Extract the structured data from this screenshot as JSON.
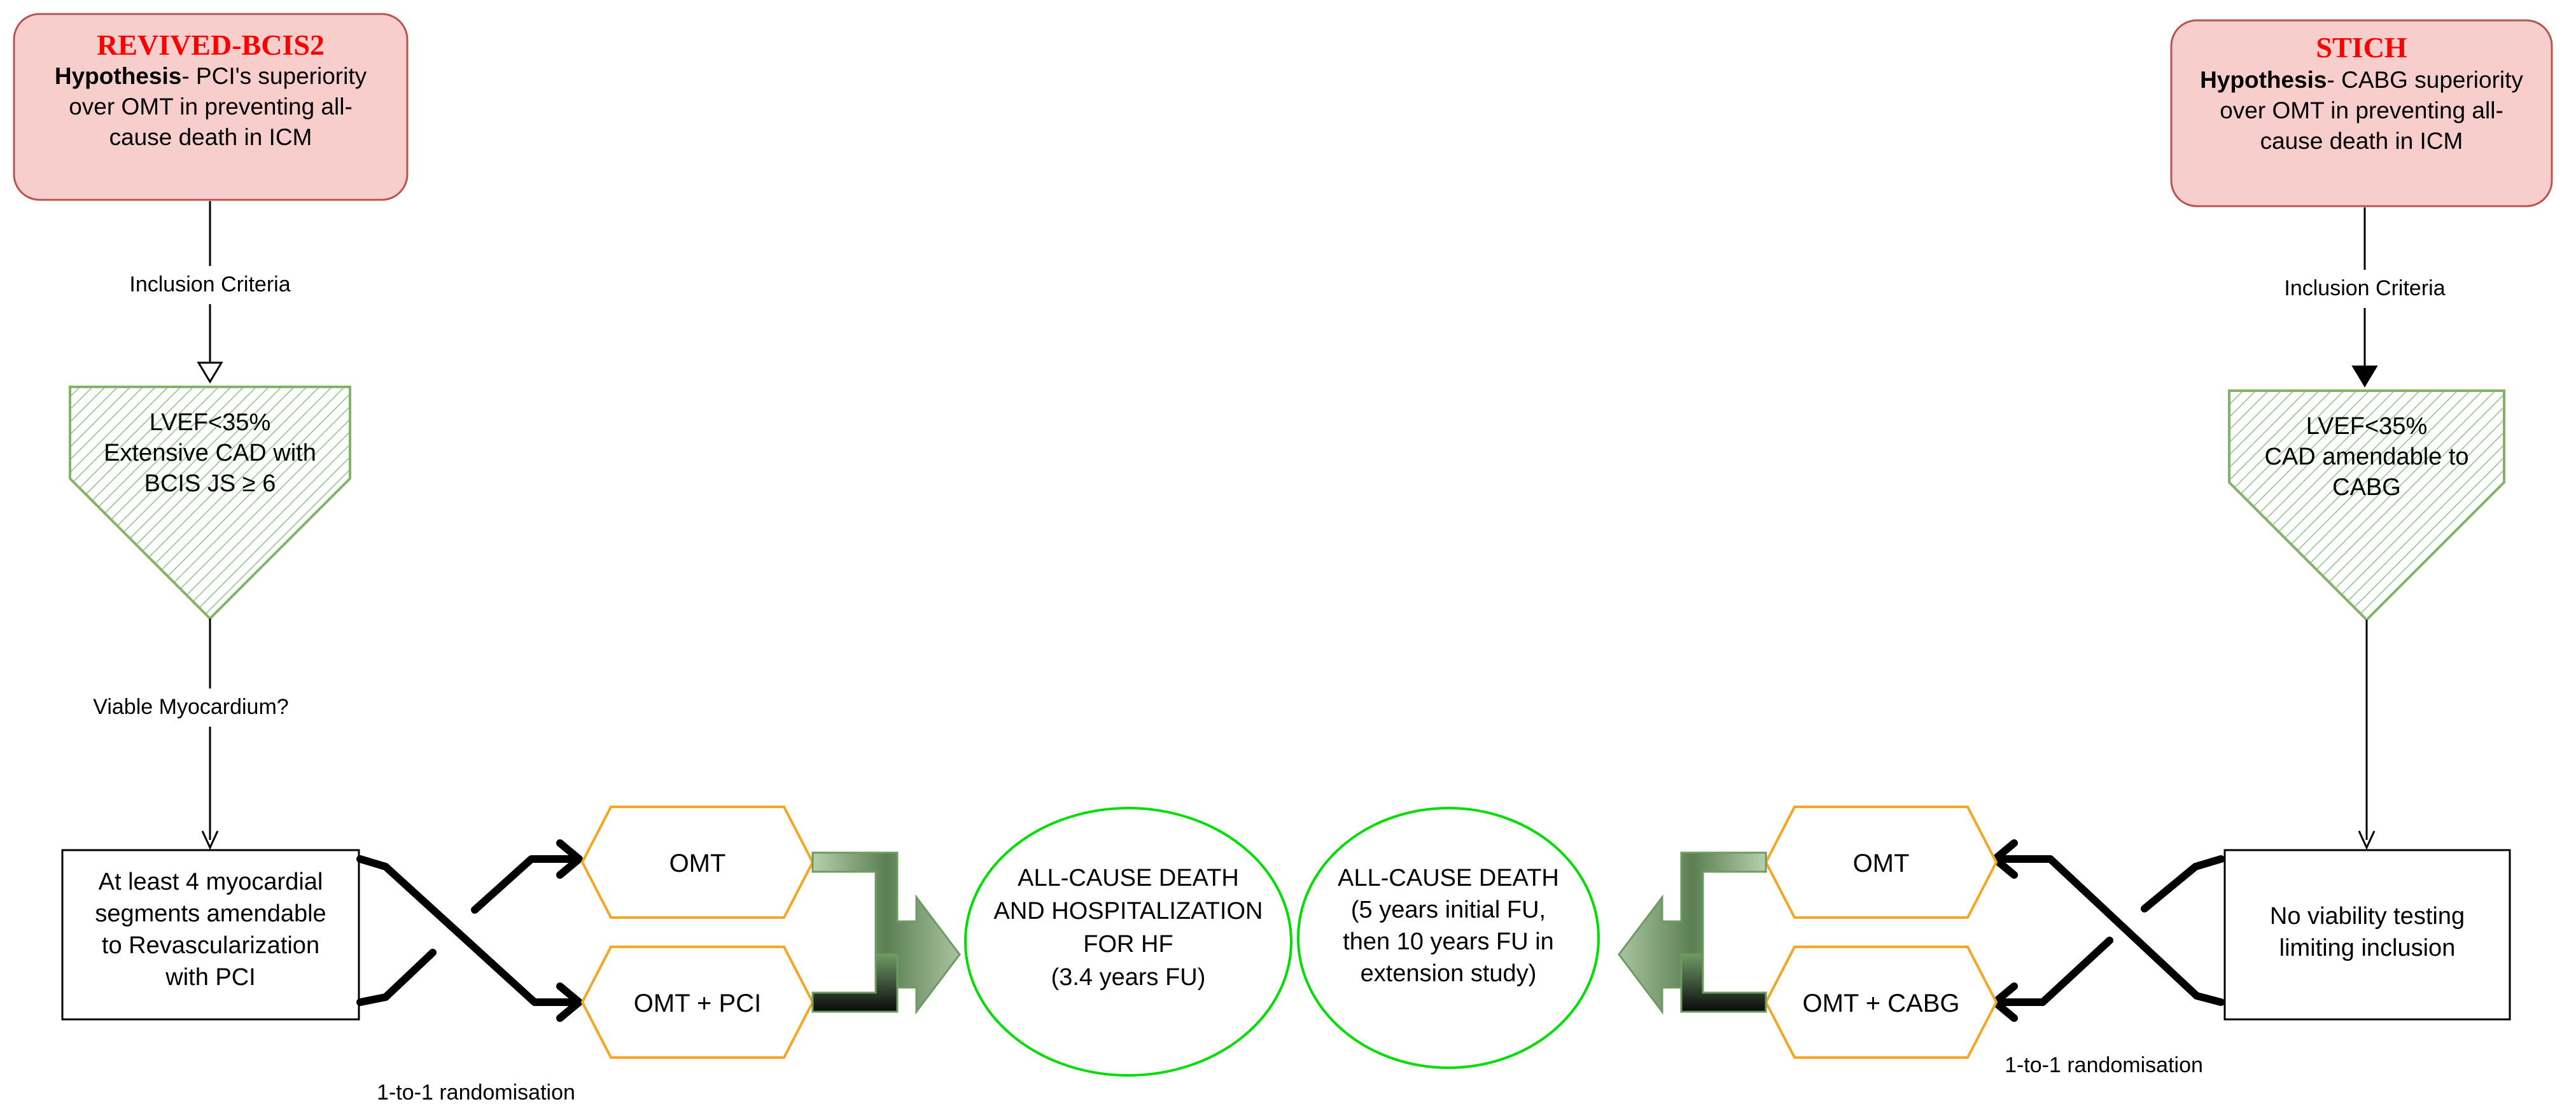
{
  "left": {
    "hypothesis": {
      "title": "REVIVED-BCIS2",
      "label": "Hypothesis",
      "lines": [
        "- PCI's superiority",
        "over OMT in preventing all-",
        "cause death in ICM"
      ]
    },
    "inclusion_label": "Inclusion Criteria",
    "criteria": [
      "LVEF<35%",
      "Extensive CAD with",
      "BCIS JS ≥ 6"
    ],
    "viability_label": "Viable Myocardium?",
    "segments_box": [
      "At least 4 myocardial",
      "segments amendable",
      "to Revascularization",
      "with PCI"
    ],
    "arm_omt": "OMT",
    "arm_combo": "OMT + PCI",
    "randomisation": "1-to-1 randomisation",
    "outcome": [
      "ALL-CAUSE DEATH",
      "AND HOSPITALIZATION",
      "FOR HF",
      "(3.4 years FU)"
    ]
  },
  "right": {
    "hypothesis": {
      "title": "STICH",
      "label": "Hypothesis",
      "lines": [
        "- CABG superiority",
        "over OMT in preventing all-",
        "cause death in ICM"
      ]
    },
    "inclusion_label": "Inclusion Criteria",
    "criteria": [
      "LVEF<35%",
      "CAD amendable to",
      "CABG"
    ],
    "viability_box": [
      "No viability testing",
      "limiting inclusion"
    ],
    "arm_omt": "OMT",
    "arm_combo": "OMT + CABG",
    "randomisation": "1-to-1 randomisation",
    "outcome": [
      "ALL-CAUSE DEATH",
      "(5 years initial FU,",
      "then 10 years FU in",
      "extension study)"
    ]
  },
  "colors": {
    "hypothesis_fill": "#f8cecc",
    "hypothesis_stroke": "#b85450",
    "title_red": "#ff0000",
    "criteria_stroke": "#82b366",
    "arm_stroke": "#f5a623",
    "outcome_stroke": "#00dd00",
    "connector_green": "#6d9b62"
  }
}
